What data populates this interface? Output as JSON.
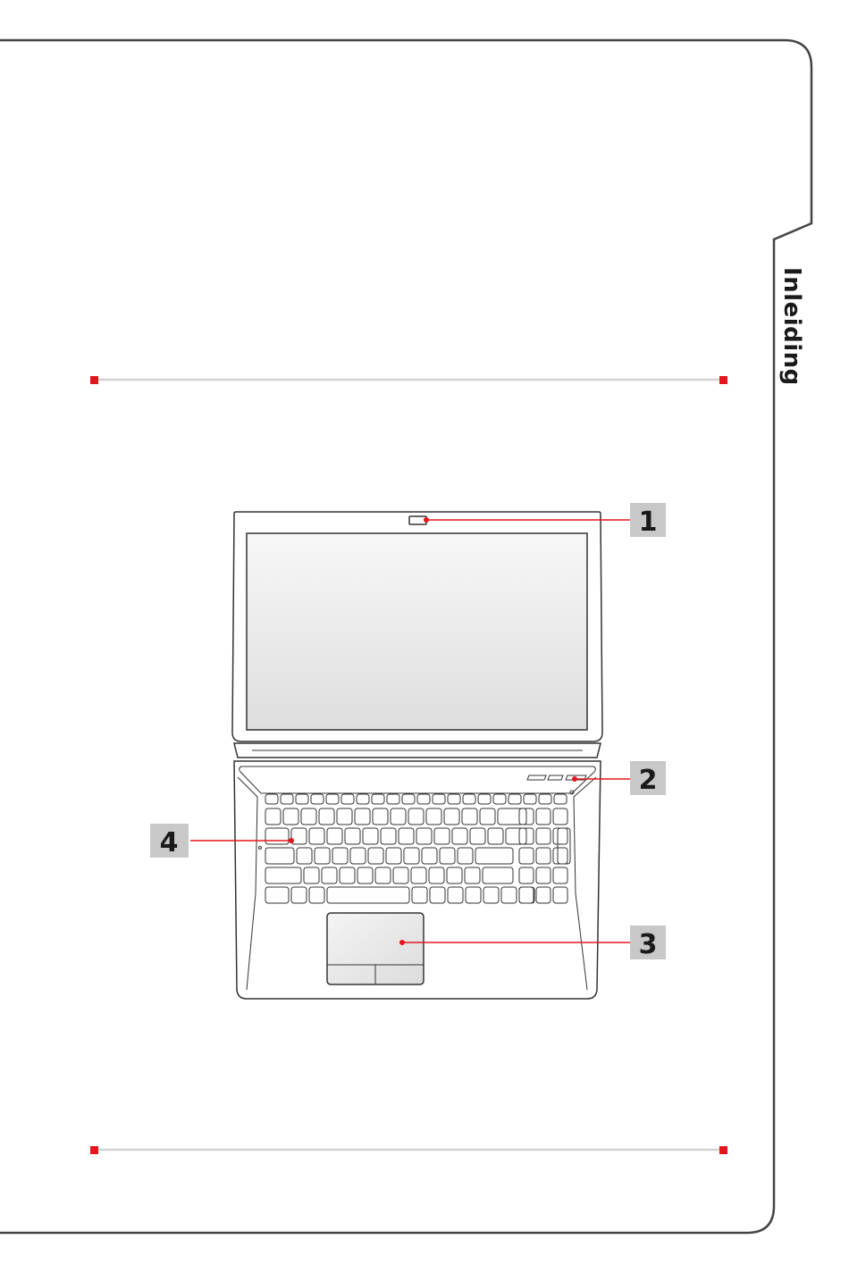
{
  "sidebar": {
    "tab_label": "Inleiding"
  },
  "colors": {
    "accent": "#e3161d",
    "frame": "#444444",
    "rule": "#d2d2d2",
    "badge": "#c8c8c8"
  },
  "callouts": [
    {
      "number": "1",
      "target": "webcam"
    },
    {
      "number": "2",
      "target": "power-button"
    },
    {
      "number": "3",
      "target": "touchpad"
    },
    {
      "number": "4",
      "target": "keyboard"
    }
  ]
}
